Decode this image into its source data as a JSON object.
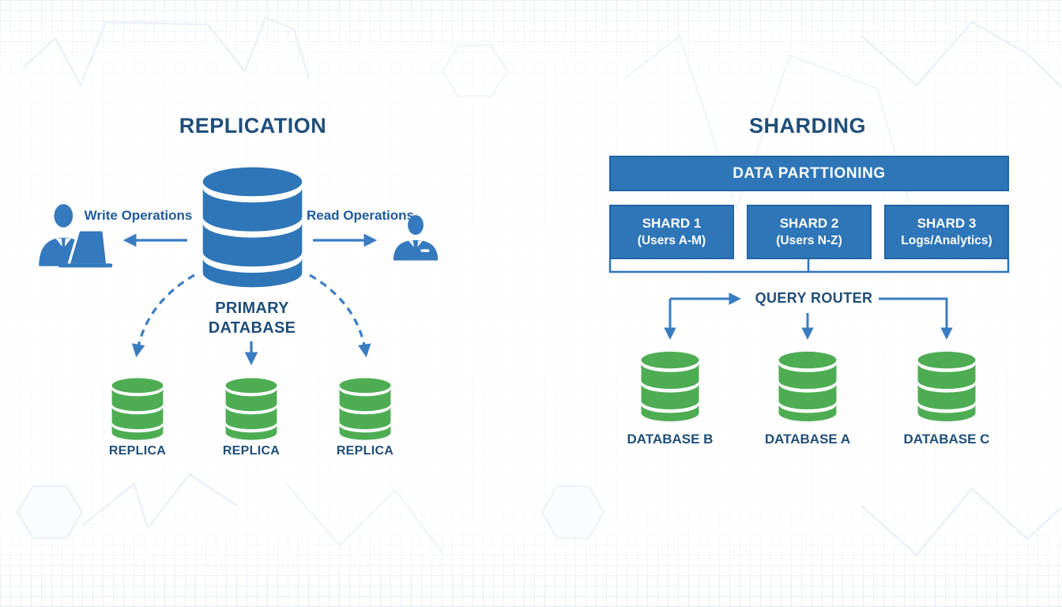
{
  "colors": {
    "shape_blue": "#2E76B8",
    "shape_blue_border": "#2363A3",
    "replica_green": "#4EAD53",
    "arrow_blue": "#3A7CC1",
    "title_navy": "#1F4E79",
    "operation_label_blue": "#1F5B9B",
    "background_grid": "#e2eaf5"
  },
  "replication": {
    "title": "REPLICATION",
    "write_label": "Write Operations",
    "read_label": "Read Operations",
    "primary_label": "PRIMARY\nDATABASE",
    "icons": [
      "write-user-laptop-icon",
      "read-user-icon",
      "primary-database-cylinder-icon"
    ],
    "replicas": [
      {
        "label": "REPLICA"
      },
      {
        "label": "REPLICA"
      },
      {
        "label": "REPLICA"
      }
    ]
  },
  "sharding": {
    "title": "SHARDING",
    "banner_label": "DATA PARTTIONING",
    "shards": [
      {
        "name": "SHARD 1",
        "subtitle": "(Users A-M)"
      },
      {
        "name": "SHARD 2",
        "subtitle": "(Users N-Z)"
      },
      {
        "name": "SHARD 3",
        "subtitle": "Logs/Analytics)"
      }
    ],
    "router_label": "QUERY ROUTER",
    "databases": [
      {
        "label": "DATABASE B"
      },
      {
        "label": "DATABASE A"
      },
      {
        "label": "DATABASE C"
      }
    ]
  }
}
